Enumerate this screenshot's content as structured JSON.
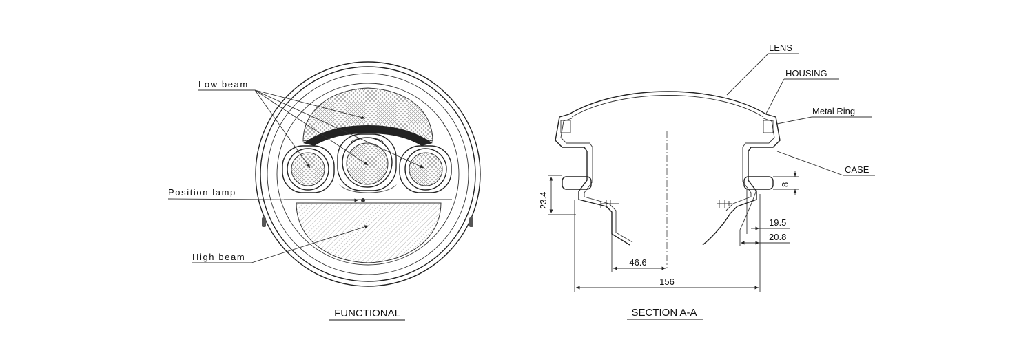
{
  "functional_view": {
    "labels": {
      "low_beam": "Low beam",
      "position_lamp": "Position lamp",
      "high_beam": "High beam"
    },
    "caption": "FUNCTIONAL"
  },
  "section_view": {
    "labels": {
      "lens": "LENS",
      "housing": "HOUSING",
      "metal_ring": "Metal Ring",
      "case": "CASE"
    },
    "dimensions": {
      "height": "23.4",
      "depth": "8",
      "d1": "19.5",
      "d2": "20.8",
      "half_width": "46.6",
      "width": "156"
    },
    "caption": "SECTION A-A"
  }
}
